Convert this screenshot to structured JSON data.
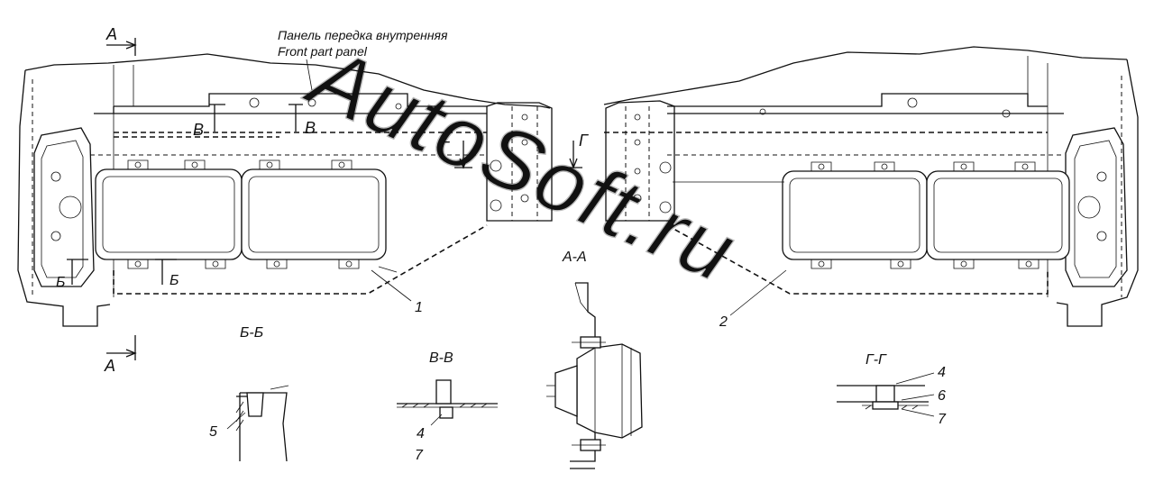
{
  "panel_label_ru": "Панель передка внутренняя",
  "panel_label_en": "Front part panel",
  "section_marks": {
    "a": "А",
    "b": "Б",
    "v": "В",
    "g": "Г"
  },
  "section_titles": {
    "aa": "А-А",
    "bb": "Б-Б",
    "vv": "В-В",
    "gg": "Г-Г"
  },
  "callouts": {
    "p1": "1",
    "p2": "2",
    "p4": "4",
    "p5": "5",
    "p6": "6",
    "p7": "7"
  },
  "watermark": "AutoSoft.ru"
}
